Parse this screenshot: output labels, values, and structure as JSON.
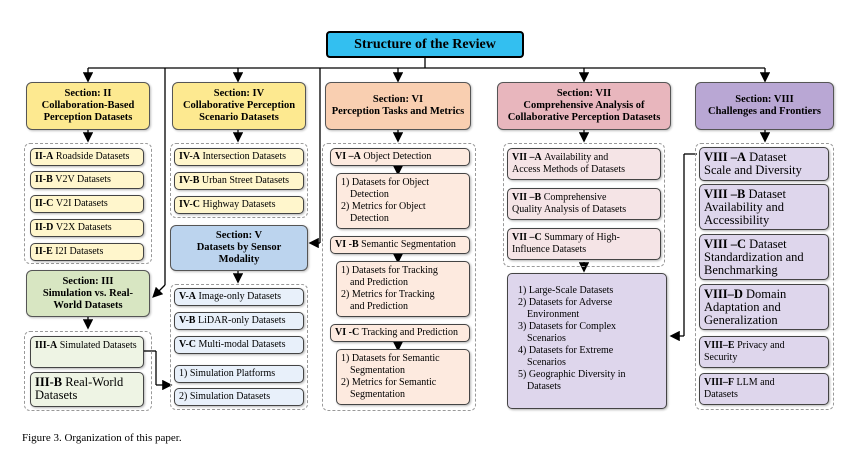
{
  "title": "Structure of the Review",
  "caption": "Figure 3.  Organization of this paper.",
  "s2": {
    "head": [
      "Section: II",
      "Collaboration-Based",
      "Perception Datasets"
    ],
    "items": [
      {
        "k": "II-A",
        "t": "Roadside Datasets"
      },
      {
        "k": "II-B",
        "t": "V2V Datasets"
      },
      {
        "k": "II-C",
        "t": "V2I Datasets"
      },
      {
        "k": "II-D",
        "t": "V2X Datasets"
      },
      {
        "k": "II-E",
        "t": "I2I Datasets"
      }
    ]
  },
  "s3": {
    "head": [
      "Section: III",
      "Simulation vs. Real-",
      "World Datasets"
    ],
    "items": [
      {
        "k": "III-A",
        "t": "Simulated Datasets"
      },
      {
        "k": "III-B",
        "t": "Real-World Datasets"
      }
    ]
  },
  "s4": {
    "head": [
      "Section: IV",
      "Collaborative Perception",
      "Scenario Datasets"
    ],
    "items": [
      {
        "k": "IV-A",
        "t": "Intersection Datasets"
      },
      {
        "k": "IV-B",
        "t": "Urban Street Datasets"
      },
      {
        "k": "IV-C",
        "t": "Highway Datasets"
      }
    ]
  },
  "s5": {
    "head": [
      "Section: V",
      "Datasets by Sensor",
      "Modality"
    ],
    "items": [
      {
        "k": "V-A",
        "t": "Image-only Datasets"
      },
      {
        "k": "V-B",
        "t": "LiDAR-only Datasets"
      },
      {
        "k": "V-C",
        "t": "Multi-modal Datasets"
      }
    ],
    "sim": [
      "1) Simulation Platforms",
      "2) Simulation Datasets"
    ]
  },
  "s6": {
    "head": [
      "Section: VI",
      "Perception Tasks and Metrics"
    ],
    "a": {
      "k": "VI –A",
      "t": "Object Detection",
      "sub": [
        "1) Datasets for Object",
        "Detection",
        "2) Metrics for Object",
        "Detection"
      ]
    },
    "b": {
      "k": "VI -B",
      "t": "Semantic Segmentation",
      "sub": [
        "1) Datasets for Tracking",
        "and Prediction",
        "2) Metrics for Tracking",
        "and Prediction"
      ]
    },
    "c": {
      "k": "VI -C",
      "t": "Tracking and Prediction",
      "sub": [
        "1) Datasets for Semantic",
        "Segmentation",
        "2) Metrics for Semantic",
        "Segmentation"
      ]
    }
  },
  "s7": {
    "head": [
      "Section: VII",
      "Comprehensive Analysis of",
      "Collaborative Perception Datasets"
    ],
    "a": {
      "k": "VII –A",
      "t1": "Availability and",
      "t2": "Access Methods of Datasets"
    },
    "b": {
      "k": "VII –B",
      "t1": "Comprehensive",
      "t2": "Quality Analysis of Datasets"
    },
    "c": {
      "k": "VII –C",
      "t1": "Summary of High-",
      "t2": "Influence Datasets"
    },
    "list": [
      "1) Large-Scale Datasets",
      "2) Datasets for Adverse",
      "Environment",
      "3) Datasets for Complex",
      "Scenarios",
      "4) Datasets for Extreme",
      "Scenarios",
      "5) Geographic Diversity in",
      "Datasets"
    ]
  },
  "s8": {
    "head": [
      "Section: VIII",
      "Challenges and Frontiers"
    ],
    "items": [
      {
        "k": "VIII –A",
        "t1": "Dataset",
        "t2": "Scale and Diversity"
      },
      {
        "k": "VIII –B",
        "t1": "Dataset",
        "t2": "Availability and",
        "t3": "Accessibility"
      },
      {
        "k": "VIII –C",
        "t1": "Dataset",
        "t2": "Standardization and",
        "t3": "Benchmarking"
      },
      {
        "k": "VIII–D",
        "t1": "Domain",
        "t2": "Adaptation and",
        "t3": "Generalization"
      },
      {
        "k": "VIII–E",
        "t1": "Privacy and",
        "t2": "Security"
      },
      {
        "k": "VIII–F",
        "t1": "LLM and",
        "t2": "Datasets"
      }
    ]
  }
}
